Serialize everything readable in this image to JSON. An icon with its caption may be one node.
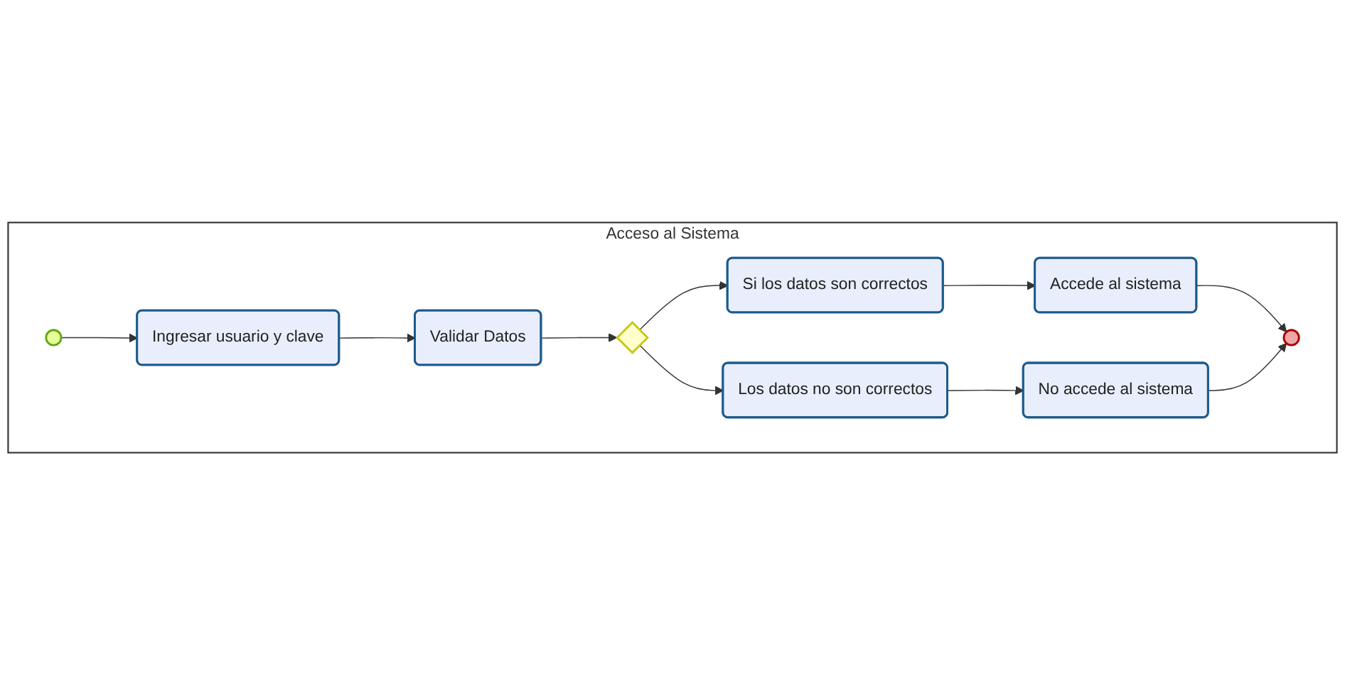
{
  "diagram": {
    "nodes": [
      {
        "text": [
          "Acceso al Sistema"
        ]
      },
      {
        "text": [],
        "shape": "circle",
        "in": 0
      },
      {
        "text": [
          "Ingresar usuario y clave"
        ],
        "in": 0
      },
      {
        "text": [
          "Validar Datos"
        ],
        "in": 0
      },
      {
        "text": [],
        "shape": "diamond",
        "in": 0
      },
      {
        "text": [
          "Si los datos son correctos"
        ],
        "in": 0
      },
      {
        "text": [
          "Accede al sistema"
        ],
        "in": 0
      },
      {
        "text": [
          "Los datos no son correctos"
        ],
        "in": 0
      },
      {
        "text": [
          "No accede al sistema"
        ],
        "in": 0
      },
      {
        "text": [],
        "shape": "circle",
        "in": 0
      }
    ],
    "edges": [
      {
        "from": 1,
        "to": 2,
        "arrow": "to"
      },
      {
        "from": 2,
        "to": 3,
        "arrow": "to"
      },
      {
        "from": 3,
        "to": 4,
        "arrow": "to"
      },
      {
        "from": 4,
        "to": 5,
        "arrow": "to"
      },
      {
        "from": 4,
        "to": 7,
        "arrow": "to"
      },
      {
        "from": 5,
        "to": 6,
        "arrow": "to"
      },
      {
        "from": 7,
        "to": 8,
        "arrow": "to"
      },
      {
        "from": 6,
        "to": 9,
        "arrow": "to"
      },
      {
        "from": 8,
        "to": 9,
        "arrow": "to"
      }
    ]
  }
}
